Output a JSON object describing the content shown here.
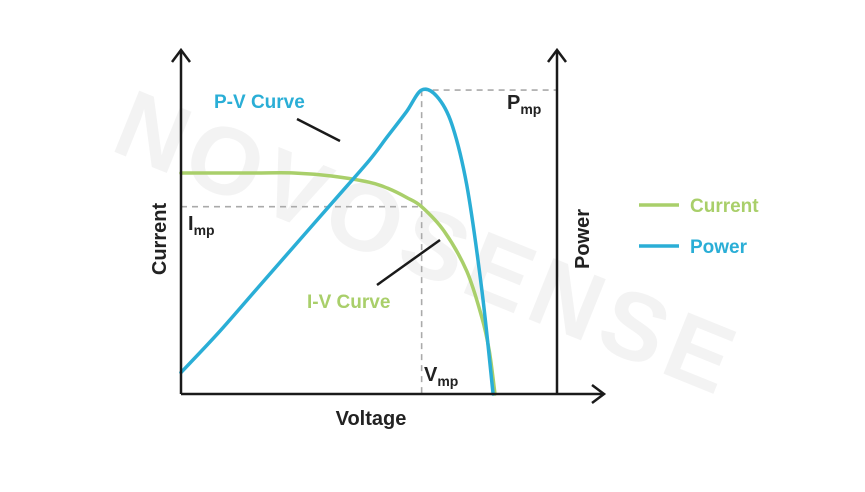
{
  "colors": {
    "current": "#a9cf6a",
    "power": "#2aaed6",
    "axis": "#1a1a1a",
    "guide": "#aaaaaa",
    "text": "#222222"
  },
  "watermark": "NOVOSENSE",
  "chart_data": {
    "type": "line",
    "title": "",
    "xlabel": "Voltage",
    "ylabel_left": "Current",
    "ylabel_right": "Power",
    "xlim": [
      0,
      1
    ],
    "ylim": [
      0,
      1
    ],
    "series": [
      {
        "name": "Current",
        "curve_label": "I-V Curve",
        "x": [
          0,
          0.1,
          0.2,
          0.3,
          0.4,
          0.5,
          0.55,
          0.6,
          0.64,
          0.7,
          0.76,
          0.8,
          0.82,
          0.835
        ],
        "y": [
          0.72,
          0.72,
          0.72,
          0.72,
          0.71,
          0.69,
          0.67,
          0.64,
          0.61,
          0.53,
          0.4,
          0.25,
          0.14,
          0
        ]
      },
      {
        "name": "Power",
        "curve_label": "P-V Curve",
        "x": [
          0,
          0.1,
          0.2,
          0.3,
          0.4,
          0.5,
          0.55,
          0.6,
          0.64,
          0.68,
          0.72,
          0.76,
          0.8,
          0.83
        ],
        "y": [
          0.07,
          0.2,
          0.34,
          0.48,
          0.62,
          0.76,
          0.84,
          0.92,
          0.99,
          0.97,
          0.88,
          0.68,
          0.34,
          0
        ]
      }
    ],
    "annotations": {
      "pmp": {
        "main": "P",
        "sub": "mp",
        "y": 0.99
      },
      "imp": {
        "main": "I",
        "sub": "mp",
        "y": 0.61
      },
      "vmp": {
        "main": "V",
        "sub": "mp",
        "x": 0.64
      }
    },
    "legend": {
      "position": "right",
      "items": [
        "Current",
        "Power"
      ]
    }
  }
}
